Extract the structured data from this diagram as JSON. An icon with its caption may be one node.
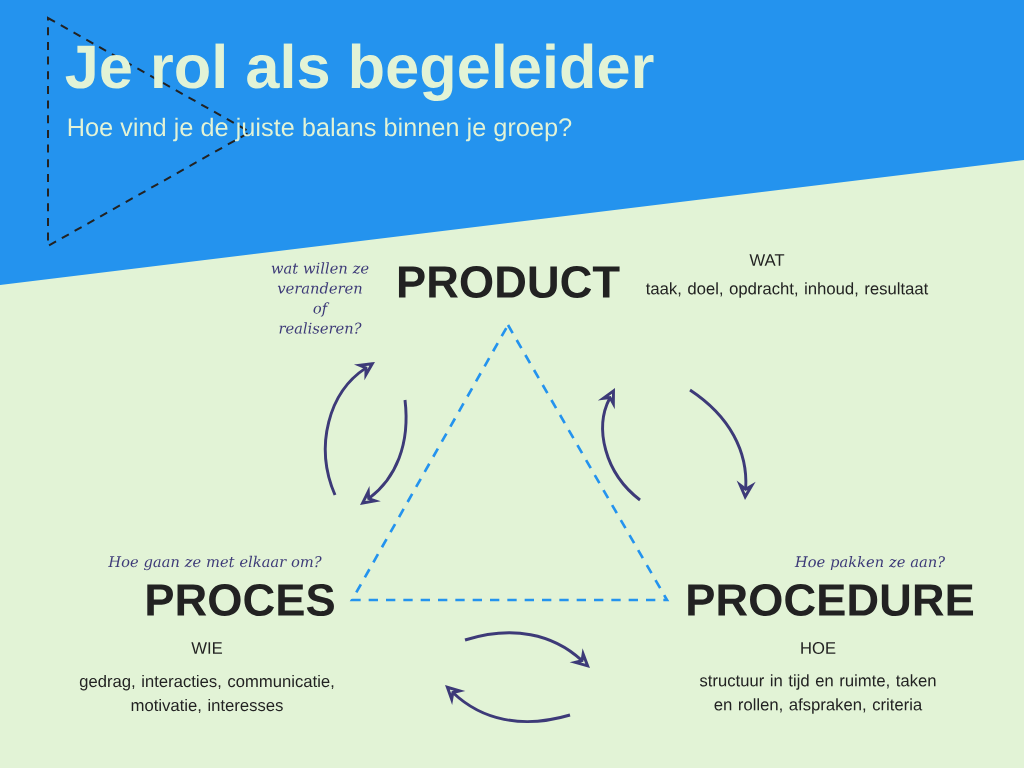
{
  "diagram": {
    "title": "Je rol als begeleider",
    "nodes": [
      {
        "text": [
          "PRODUCT"
        ],
        "beside": [
          "WAT",
          "taak, doel, opdracht, inhoud, resultaat",
          "wat willen ze veranderen of realiseren?"
        ]
      },
      {
        "text": [
          "PROCES"
        ],
        "beside": [
          "WIE",
          "gedrag, interacties, communicatie, motivatie, interesses",
          "Hoe gaan ze met elkaar om?"
        ]
      },
      {
        "text": [
          "PROCEDURE"
        ],
        "beside": [
          "HOE",
          "structuur in tijd en ruimte, taken en rollen, afspraken, criteria",
          "Hoe pakken ze aan?"
        ]
      }
    ],
    "labels": [
      "Hoe vind je de juiste balans binnen je groep?"
    ]
  }
}
